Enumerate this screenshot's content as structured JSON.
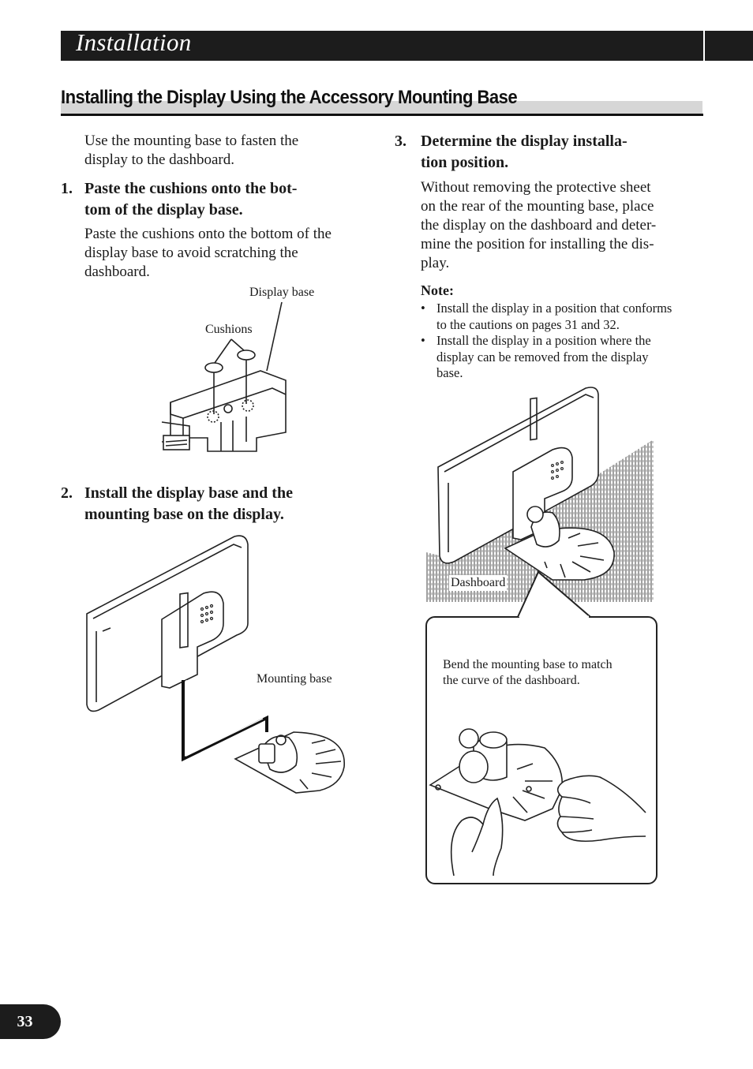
{
  "header": {
    "title": "Installation"
  },
  "section": {
    "title": "Installing the Display Using the Accessory Mounting Base"
  },
  "intro": {
    "text": "Use the mounting base to fasten the display to the dashboard."
  },
  "steps": [
    {
      "number": "1.",
      "title_lines": [
        "Paste the cushions onto the bot-",
        "tom of the display base."
      ],
      "body": "Paste the cushions onto the bottom of the display base to avoid scratching the dashboard.",
      "figure_labels": {
        "display_base": "Display base",
        "cushions": "Cushions"
      }
    },
    {
      "number": "2.",
      "title_lines": [
        "Install the display base and the",
        "mounting base on the display."
      ],
      "figure_labels": {
        "mounting_base": "Mounting base"
      }
    },
    {
      "number": "3.",
      "title_lines": [
        "Determine the display installa-",
        "tion position."
      ],
      "body_lines": [
        "Without removing the protective sheet",
        "on the rear of the mounting base, place",
        "the display on the dashboard and deter-",
        "mine the position for installing the dis-",
        "play."
      ],
      "note": {
        "title": "Note:",
        "items": [
          {
            "bullet": "•",
            "lines": [
              "Install the display in a position that conforms",
              "to the cautions on pages 31 and 32."
            ]
          },
          {
            "bullet": "•",
            "lines": [
              "Install the display in a position where the",
              "display can be removed from the display",
              "base."
            ]
          }
        ]
      },
      "figure_labels": {
        "dashboard": "Dashboard",
        "callout_lines": [
          "Bend the mounting base to match",
          "the curve of the dashboard."
        ]
      }
    }
  ],
  "page_number": "33",
  "colors": {
    "bar": "#1c1c1c",
    "title_underlay": "#d6d6d6",
    "text": "#1a1a1a"
  }
}
